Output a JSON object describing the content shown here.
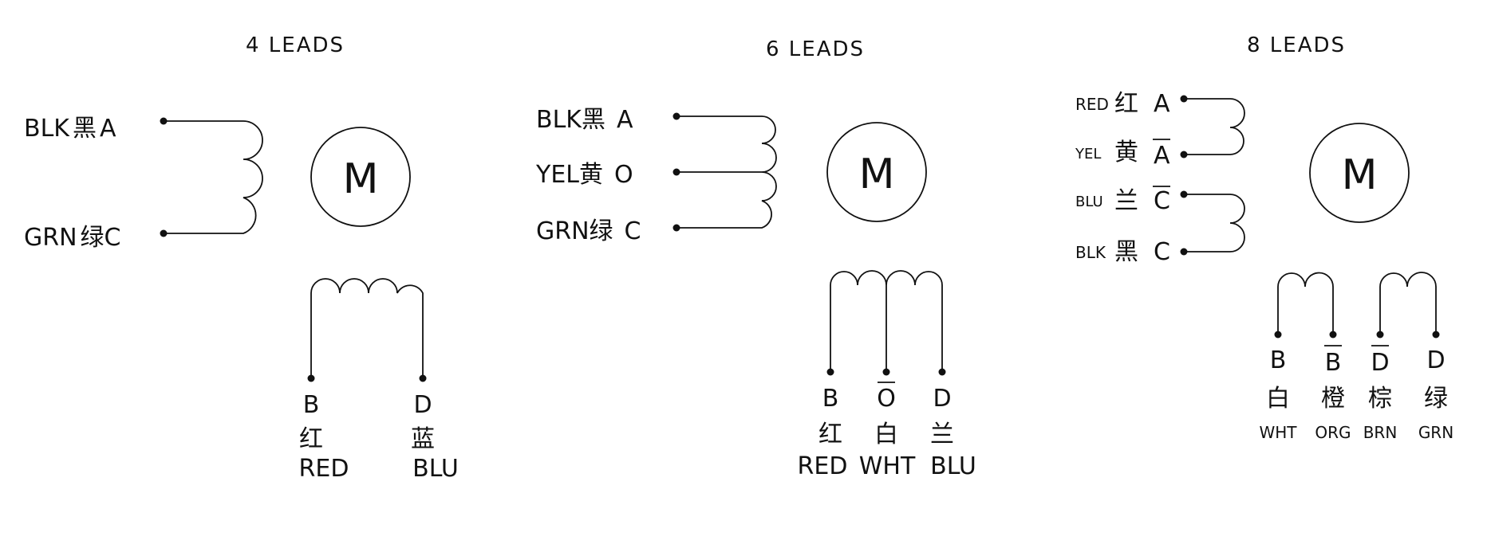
{
  "panels": [
    {
      "id": "4-leads",
      "title": "4 LEADS",
      "motor_label": "M",
      "left_leads": [
        {
          "code": "BLK",
          "cn": "黑",
          "terminal": "A"
        },
        {
          "code": "GRN",
          "cn": "绿",
          "terminal": "C"
        }
      ],
      "bottom_leads": [
        {
          "terminal": "B",
          "cn": "红",
          "code": "RED"
        },
        {
          "terminal": "D",
          "cn": "蓝",
          "code": "BLU"
        }
      ]
    },
    {
      "id": "6-leads",
      "title": "6 LEADS",
      "motor_label": "M",
      "left_leads": [
        {
          "code": "BLK",
          "cn": "黑",
          "terminal": "A"
        },
        {
          "code": "YEL",
          "cn": "黄",
          "terminal": "O"
        },
        {
          "code": "GRN",
          "cn": "绿",
          "terminal": "C"
        }
      ],
      "bottom_leads": [
        {
          "terminal": "B",
          "cn": "红",
          "code": "RED",
          "overline": false
        },
        {
          "terminal": "O",
          "cn": "白",
          "code": "WHT",
          "overline": true
        },
        {
          "terminal": "D",
          "cn": "兰",
          "code": "BLU",
          "overline": false
        }
      ]
    },
    {
      "id": "8-leads",
      "title": "8 LEADS",
      "motor_label": "M",
      "left_leads": [
        {
          "code": "RED",
          "cn": "红",
          "terminal": "A",
          "overline": false
        },
        {
          "code": "YEL",
          "cn": "黄",
          "terminal": "A",
          "overline": true
        },
        {
          "code": "BLU",
          "cn": "兰",
          "terminal": "C",
          "overline": true
        },
        {
          "code": "BLK",
          "cn": "黑",
          "terminal": "C",
          "overline": false
        }
      ],
      "bottom_leads": [
        {
          "terminal": "B",
          "cn": "白",
          "code": "WHT",
          "overline": false
        },
        {
          "terminal": "B",
          "cn": "橙",
          "code": "ORG",
          "overline": true
        },
        {
          "terminal": "D",
          "cn": "棕",
          "code": "BRN",
          "overline": true
        },
        {
          "terminal": "D",
          "cn": "绿",
          "code": "GRN",
          "overline": false
        }
      ]
    }
  ]
}
